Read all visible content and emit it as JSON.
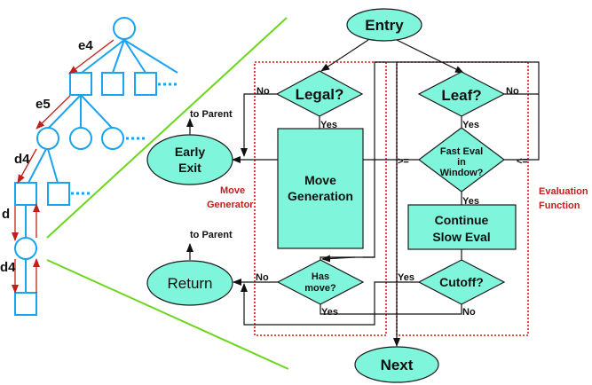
{
  "diagram": {
    "tree": {
      "edge_labels": [
        "e4",
        "e5",
        "d4",
        "d",
        "d4"
      ],
      "ellipsis": "..."
    },
    "nodes": {
      "entry": "Entry",
      "legal": "Legal?",
      "leaf": "Leaf?",
      "move_generation": [
        "Move",
        "Generation"
      ],
      "early_exit": [
        "Early",
        "Exit"
      ],
      "fast_eval": [
        "Fast Eval",
        "in",
        "Window?"
      ],
      "continue_slow_eval": [
        "Continue",
        "Slow Eval"
      ],
      "has_move": [
        "Has",
        "move?"
      ],
      "cutoff": "Cutoff?",
      "return": "Return",
      "next": "Next"
    },
    "edge_labels": {
      "legal_no": "No",
      "legal_yes": "Yes",
      "leaf_no": "No",
      "leaf_yes": "Yes",
      "fast_eval_ge": ">=",
      "fast_eval_le": "<=",
      "fast_eval_yes": "Yes",
      "has_move_no": "No",
      "has_move_yes": "Yes",
      "cutoff_yes": "Yes",
      "cutoff_no": "No",
      "early_exit_to_parent": "to Parent",
      "return_to_parent": "to Parent"
    },
    "groups": {
      "move_generator": [
        "Move",
        "Generator"
      ],
      "evaluation_function": [
        "Evaluation",
        "Function"
      ]
    },
    "colors": {
      "node_fill": "#7ff6dc",
      "tree_blue": "#1aa3ee",
      "arrow_red": "#c0201c",
      "group_red": "#d11111",
      "zoom_green": "#6ad61e"
    }
  }
}
